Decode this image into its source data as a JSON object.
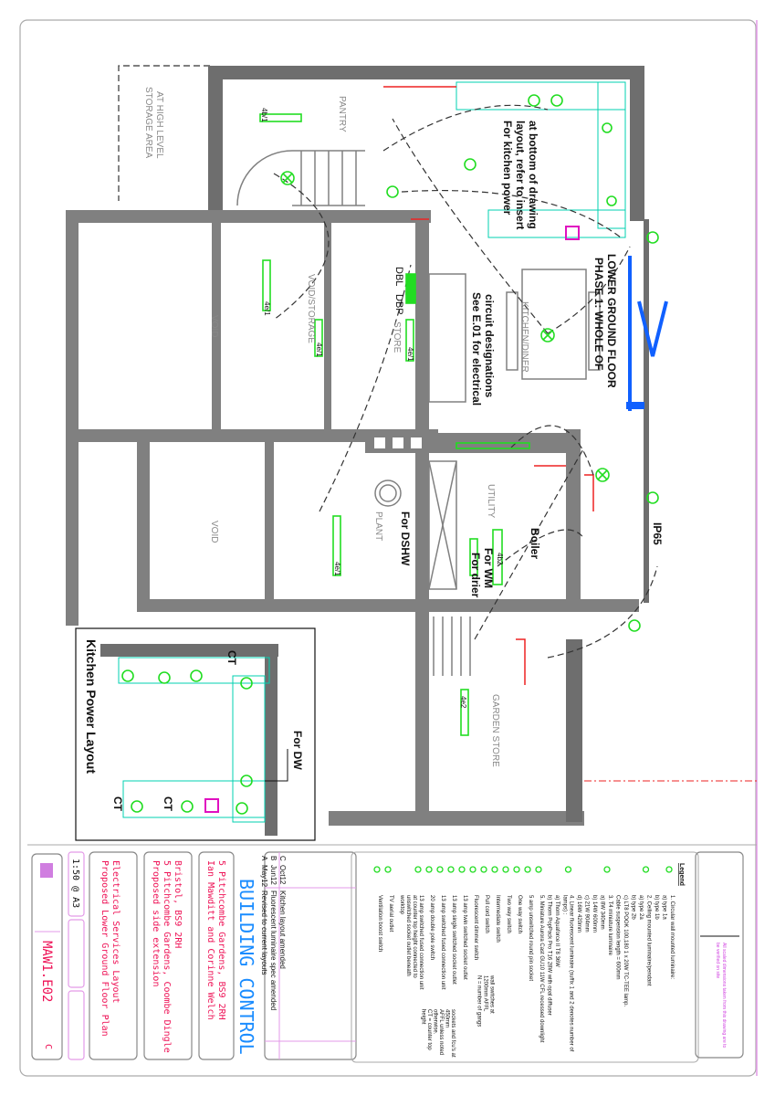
{
  "drawing": {
    "labels": {
      "storage_area": "STORAGE AREA",
      "storage_area_2": "AT HIGH LEVEL",
      "pantry": "PANTRY",
      "kitchen_note_1": "For kitchen power",
      "kitchen_note_2": "layout, refer to insert",
      "kitchen_note_3": "at bottom of drawing",
      "phase_1": "PHASE 1: WHOLE OF",
      "phase_2": "LOWER GROUND FLOOR",
      "kitchen_diner": "KITCHEN/DINER",
      "see_e01_1": "See E.01 for electrical",
      "see_e01_2": "circuit designations",
      "void_storage": "VOID/STORAGE",
      "void_1": "VOID",
      "void_2": "VOID",
      "dbl": "DBL",
      "dbp": "DBP",
      "store": "STORE",
      "plant": "PLANT",
      "for_dshw": "For DSHW",
      "utility": "UTILITY",
      "for_wm": "For WM",
      "for_drier": "For drier",
      "boiler": "Boiler",
      "ip65": "IP65",
      "garden_store": "GARDEN STORE",
      "kitchen_power_layout": "Kitchen Power Layout",
      "for_dw": "For DW",
      "ct": "CT",
      "circuit_4e1": "4e/1",
      "circuit_4b1": "4b/1",
      "circuit_4b2": "4b2",
      "circuit_4e2": "4e2"
    }
  },
  "legend": {
    "title": "Legend",
    "items": [
      "1. Circular wall mounted luminaire:",
      "a) type 1a",
      "b) type 1b",
      "2. Ceiling mounted luminaire/pendant",
      "a) type 2a",
      "b) type 2b",
      "c) LT8 POOK 100,180 1 x 20W TC-TEE lamp.",
      "Cable suspension length = 600mm",
      "3. T4 miniature luminaire",
      "a) 8W 340mm",
      "b) 14W 600mm",
      "c) 21W 904mm",
      "d) 16W 420mm",
      "4. Linear fluorescent luminaire (suffix 1 and 2 denotes number of lamps) :",
      "a) Thorn Aquaforce II T8 36W",
      "b) Thorn PopPack Pro T16 28W with opal diffuser",
      "5. Miniature Aurora Cast GU10 11W CFL recessed downlight",
      "5 amp unswitched round pin socket",
      "One way switch",
      "Two way switch",
      "Intermediate switch",
      "Pull cord switch",
      "Fluorescent dimmer switch",
      "13 amp twin switched socket outlet",
      "13 amp single switched socket outlet",
      "13 amp switched fused connection unit",
      "20 amp double pole switch",
      "13 amp switched fused connection unit at counter top height connected to unswitched socket outlet beneath worktop",
      "TV aerial outlet",
      "Ventilation boost switch"
    ],
    "bracket_switches": [
      "wall switches at",
      "1200mm AFFL",
      "N = number of gangs"
    ],
    "bracket_sockets": [
      "sockets and fcu's at 450mm",
      "AFFL unless noted",
      "otherwise.",
      "CT = counter top height"
    ],
    "note": "All scaled dimensions taken from this drawing are to be verified on site"
  },
  "title_block": {
    "stamp": "BUILDING CONTROL",
    "revisions": [
      {
        "rev": "C",
        "date": "Oct12",
        "desc": "Kitchen layout amended"
      },
      {
        "rev": "B",
        "date": "Jun12",
        "desc": "Fluorescent luminaire spec amended"
      },
      {
        "rev": "A",
        "date": "May12",
        "desc": "Revised to current layouts"
      }
    ],
    "client_1": "Ian Mawditt and Corinne Welch",
    "client_2": "5 Pitchcombe Gardens, BS9 2RH",
    "project_1": "Proposed side extension",
    "project_2": "5 Pitchcombe Gardens, Coombe Dingle",
    "project_3": "Bristol, BS9 2RH",
    "title_1": "Proposed Lower Ground Floor Plan",
    "title_2": "Electrical Services Layout",
    "scale": "1:50 @ A3",
    "drawing_no": "MAW1.E02",
    "revision": "C"
  },
  "colors": {
    "wall": "#808080",
    "electrical": "#22dd22",
    "title_text": "#ee1155",
    "stamp": "#1a8cff"
  }
}
